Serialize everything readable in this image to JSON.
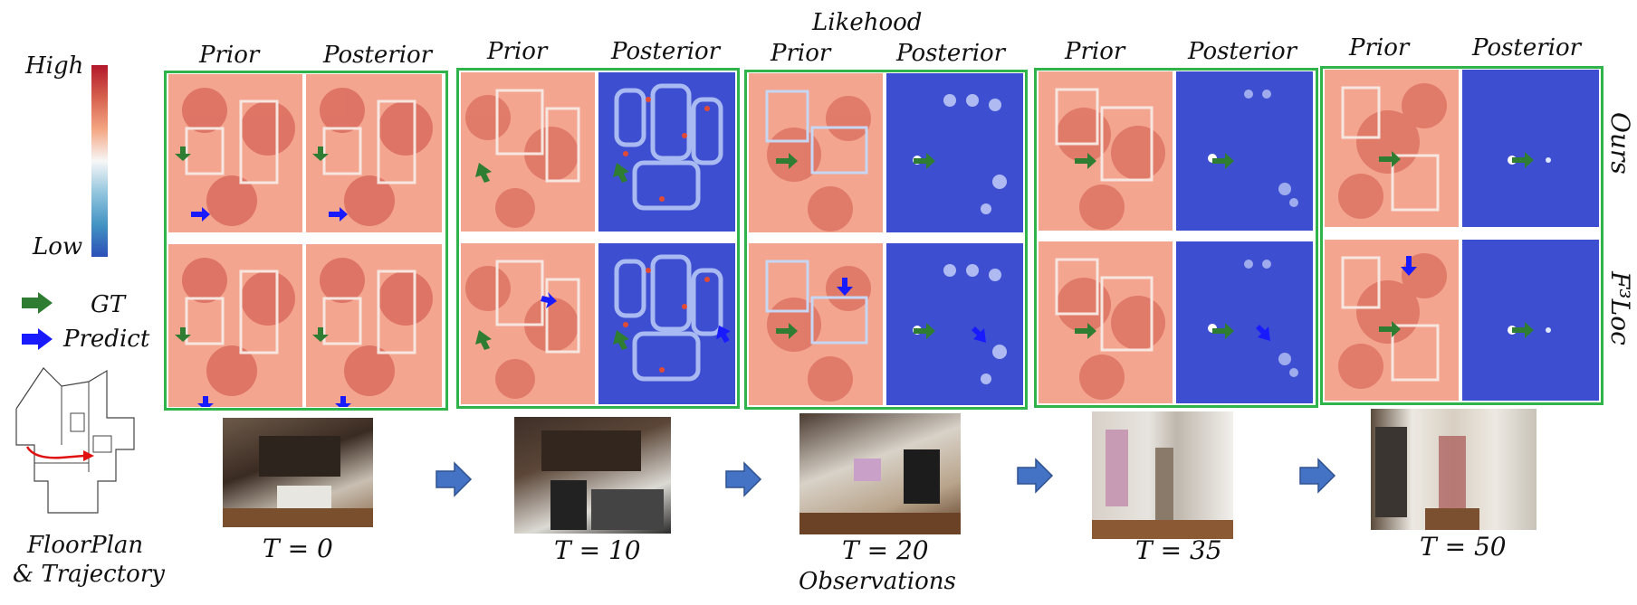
{
  "legend": {
    "high": "High",
    "low": "Low",
    "gt": "GT",
    "predict": "Predict",
    "gt_color": "#2e7d32",
    "predict_color": "#1a1aff",
    "floorplan_line1": "FloorPlan",
    "floorplan_line2": "& Trajectory"
  },
  "top": {
    "likehood": "Likehood"
  },
  "columns": [
    {
      "prior": "Prior",
      "posterior": "Posterior"
    },
    {
      "prior": "Prior",
      "posterior": "Posterior"
    },
    {
      "prior": "Prior",
      "posterior": "Posterior"
    },
    {
      "prior": "Prior",
      "posterior": "Posterior"
    },
    {
      "prior": "Prior",
      "posterior": "Posterior"
    }
  ],
  "rows": {
    "ours": "Ours",
    "f3loc": "F³Loc"
  },
  "timesteps": [
    "T = 0",
    "T = 10",
    "T = 20",
    "T = 35",
    "T = 50"
  ],
  "bottom": {
    "observations": "Observations"
  },
  "colors": {
    "frame_green": "#2fb34a",
    "flow_arrow": "#3f6fc2",
    "heat_high": "#b2182b",
    "heat_low": "#3d4fd0"
  }
}
